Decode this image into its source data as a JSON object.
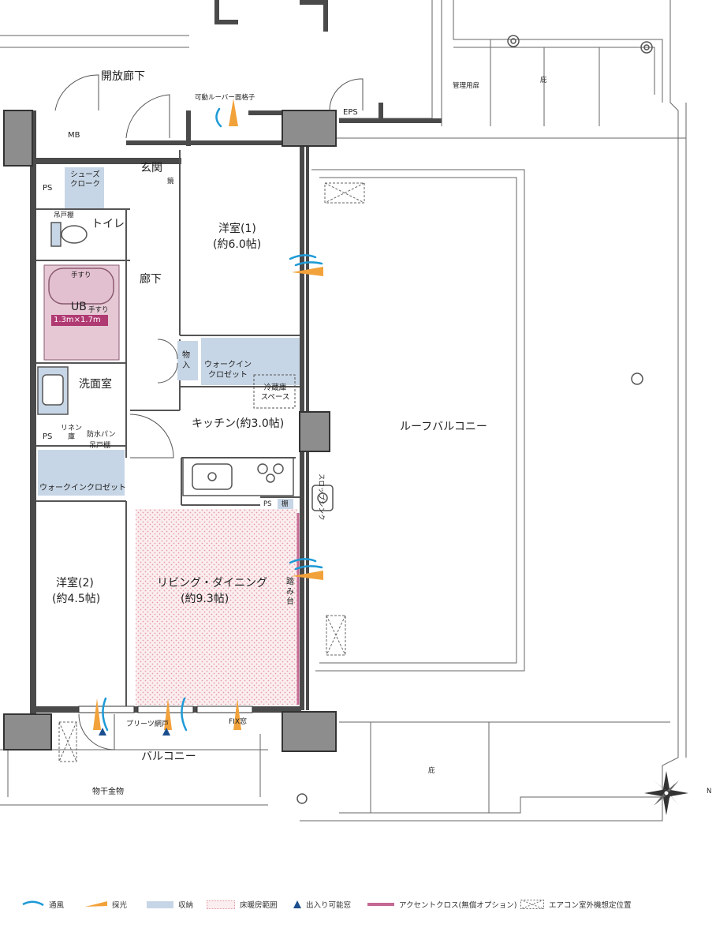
{
  "rooms": {
    "open_corridor": "開放廊下",
    "louver": "可動ルーバー面格子",
    "mb": "MB",
    "eps": "EPS",
    "kanri": "管理用扉",
    "hisashi_top": "庇",
    "entrance": "玄関",
    "mirror": "鏡",
    "ps1": "PS",
    "shoes": "シューズ\nクローク",
    "tsurito1": "吊戸棚",
    "toilet": "トイレ",
    "western1": "洋室(1)",
    "western1_size": "(約6.0帖)",
    "corridor": "廊下",
    "tesuri1": "手すり",
    "ub": "UB",
    "tesuri2": "手すり",
    "ub_size": "1.3m×1.7m",
    "monoire": "物\n入",
    "wic1": "ウォークイン\nクロゼット",
    "fridge": "冷蔵庫\nスペース",
    "senmen": "洗面室",
    "kitchen": "キッチン(約3.0帖)",
    "linen": "リネン\n庫",
    "ps2": "PS",
    "bousui": "防水パン",
    "tsurito2": "吊戸棚",
    "wic2": "ウォークインクロゼット",
    "ps3": "PS",
    "tana": "棚",
    "roof_balcony": "ルーフバルコニー",
    "slop_sink": "スロップシンク",
    "western2": "洋室(2)",
    "western2_size": "(約4.5帖)",
    "living": "リビング・ダイニング",
    "living_size": "(約9.3帖)",
    "fumidai": "踏み台",
    "pleats": "プリーツ網戸",
    "fix": "FIX窓",
    "balcony": "バルコニー",
    "monohoshi": "物干金物",
    "hisashi_bottom": "庇",
    "north": "N"
  },
  "legend": [
    {
      "label": "通風",
      "icon": "wind-icon"
    },
    {
      "label": "採光",
      "icon": "light-icon"
    },
    {
      "label": "収納",
      "icon": "storage-swatch"
    },
    {
      "label": "床暖房範囲",
      "icon": "floor-heating-swatch"
    },
    {
      "label": "出入り可能窓",
      "icon": "entry-window-icon"
    },
    {
      "label": "アクセントクロス(無償オプション)",
      "icon": "accent-cloth-swatch"
    },
    {
      "label": "エアコン室外機想定位置",
      "icon": "ac-unit-icon"
    }
  ],
  "colors": {
    "storage": "#c7d6e6",
    "ub": "#e6c8d4",
    "ub_badge": "#b03a72",
    "accent": "#c56a94",
    "floor_heat": "#e8a6ac",
    "wind": "#1e9ad6",
    "light": "#f2a23a",
    "entry": "#1c4f8e",
    "wall": "#4a4a4a"
  }
}
